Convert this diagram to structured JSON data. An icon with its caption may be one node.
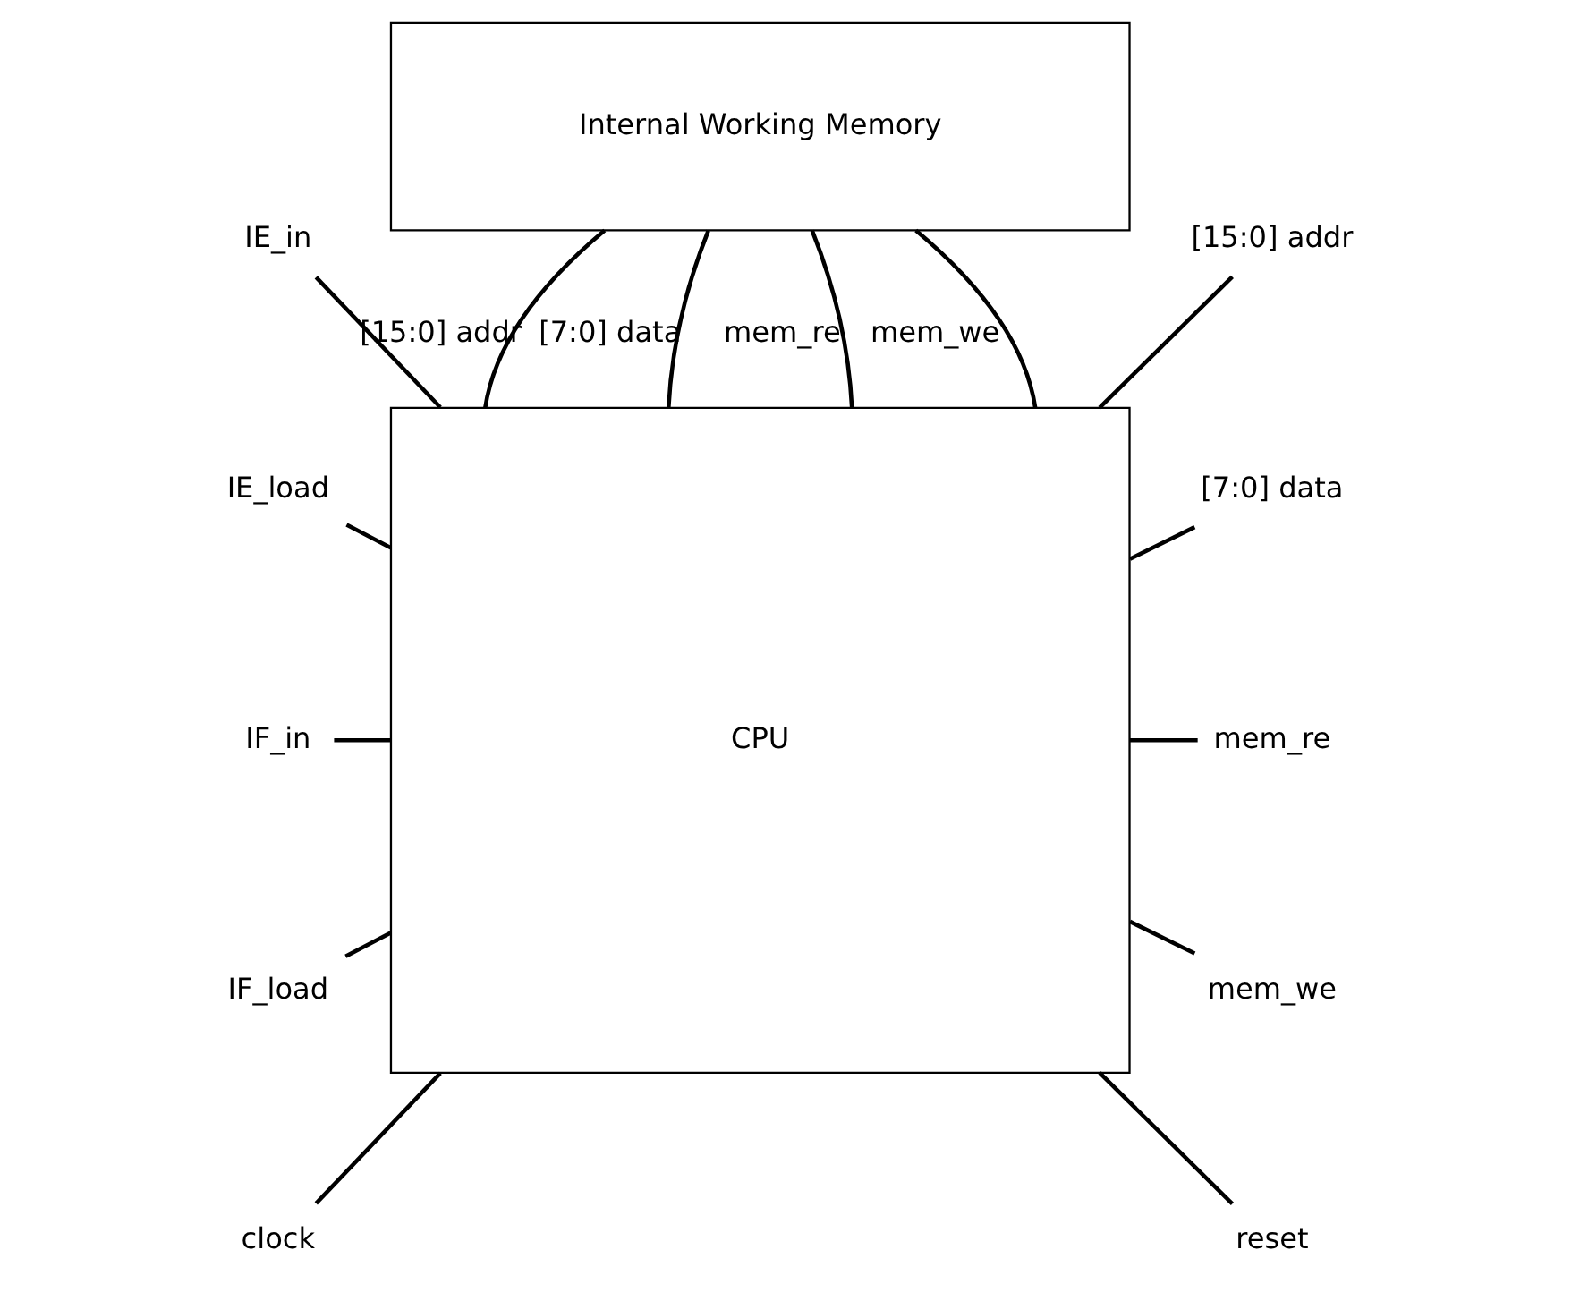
{
  "diagram": {
    "nodes": [
      {
        "text": [
          "Internal Working Memory"
        ]
      },
      {
        "text": [
          "CPU"
        ]
      },
      {
        "text": [
          "IE_in"
        ]
      },
      {
        "text": [
          "IE_load"
        ]
      },
      {
        "text": [
          "IF_in"
        ]
      },
      {
        "text": [
          "IF_load"
        ]
      },
      {
        "text": [
          "clock"
        ]
      },
      {
        "text": [
          "[15:0] addr"
        ]
      },
      {
        "text": [
          "[7:0] data"
        ]
      },
      {
        "text": [
          "mem_re"
        ]
      },
      {
        "text": [
          "mem_we"
        ]
      },
      {
        "text": [
          "reset"
        ]
      }
    ],
    "edges": [
      {
        "from": 0,
        "to": 1,
        "arrow": "none",
        "label": "mem_we"
      },
      {
        "from": 0,
        "to": 1,
        "arrow": "none",
        "label": "mem_re"
      },
      {
        "from": 0,
        "to": 1,
        "arrow": "none",
        "label": "[7:0] data"
      },
      {
        "from": 0,
        "to": 1,
        "arrow": "none",
        "label": "[15:0] addr"
      },
      {
        "from": 2,
        "to": 1,
        "arrow": "none"
      },
      {
        "from": 3,
        "to": 1,
        "arrow": "none"
      },
      {
        "from": 4,
        "to": 1,
        "arrow": "none"
      },
      {
        "from": 5,
        "to": 1,
        "arrow": "none"
      },
      {
        "from": 6,
        "to": 1,
        "arrow": "none"
      },
      {
        "from": 1,
        "to": 7,
        "arrow": "none"
      },
      {
        "from": 1,
        "to": 8,
        "arrow": "none"
      },
      {
        "from": 1,
        "to": 9,
        "arrow": "none"
      },
      {
        "from": 1,
        "to": 10,
        "arrow": "none"
      },
      {
        "from": 1,
        "to": 11,
        "arrow": "none"
      }
    ]
  }
}
